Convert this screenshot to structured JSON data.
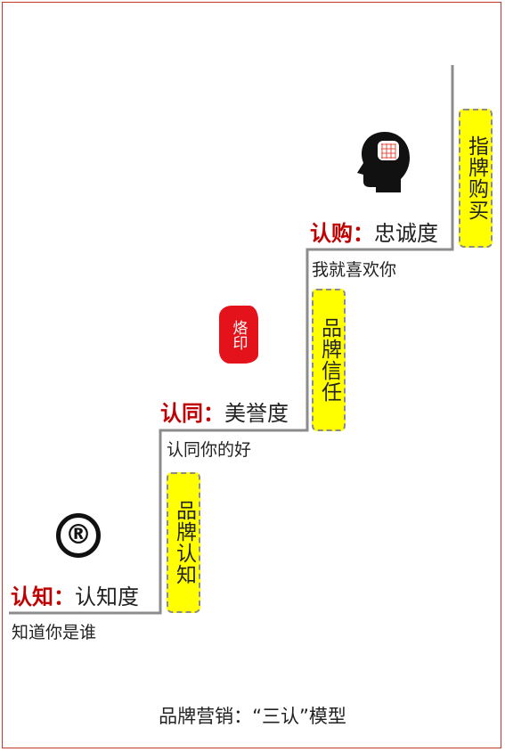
{
  "stages": [
    {
      "key": "认知",
      "sep": "：",
      "value": "认知度",
      "caption": "知道你是谁",
      "box": "品牌认知"
    },
    {
      "key": "认同",
      "sep": "：",
      "value": "美誉度",
      "caption": "认同你的好",
      "box": "品牌信任"
    },
    {
      "key": "认购",
      "sep": "：",
      "value": "忠诚度",
      "caption": "我就喜欢你",
      "box": "指牌购买"
    }
  ],
  "icons": {
    "registered": "®",
    "seal": "烙印",
    "head": "head-brain-icon"
  },
  "footer": "品牌营销：“三认”模型",
  "colors": {
    "accent": "#c00000",
    "box": "#ffff00",
    "line": "#8c8c8c",
    "frame": "#c0392b"
  }
}
